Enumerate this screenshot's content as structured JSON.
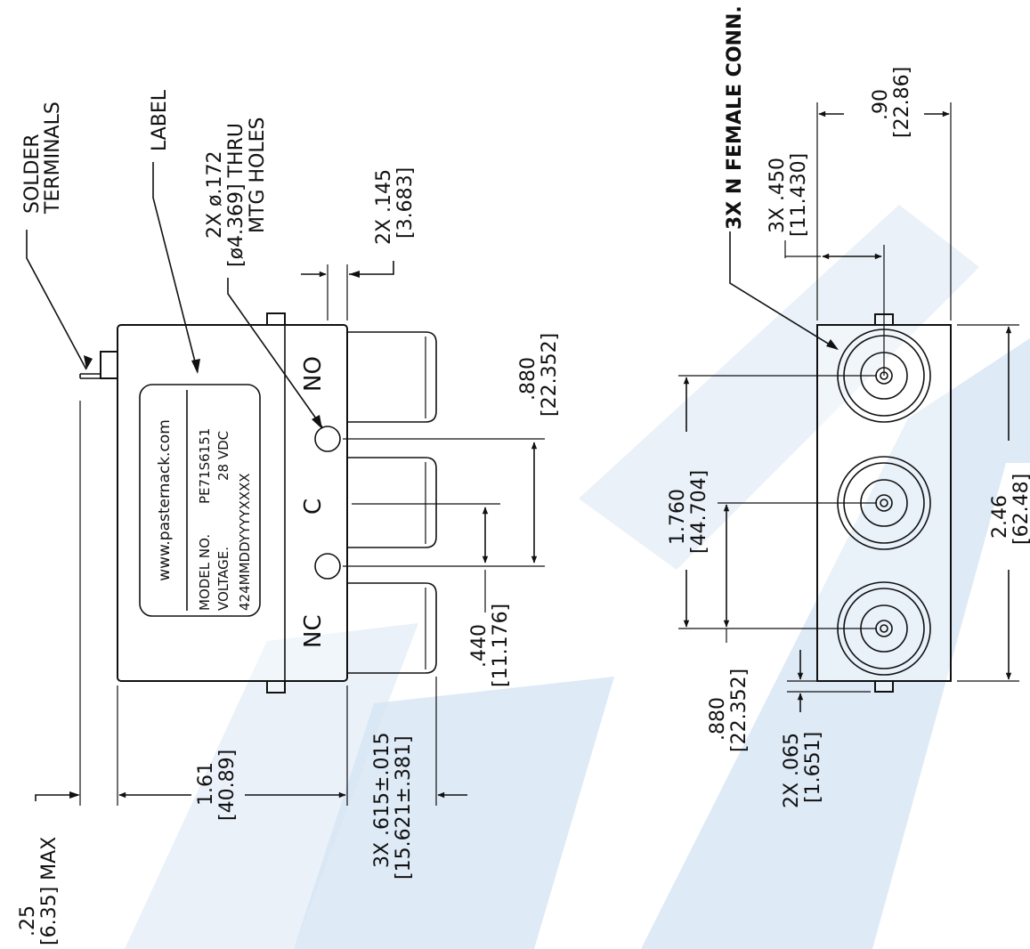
{
  "texts": {
    "solder_1": "SOLDER",
    "solder_2": "TERMINALS",
    "label_callout": "LABEL",
    "holes_1": "2X ø.172",
    "holes_2": "[ø4.369] THRU",
    "holes_3": "MTG HOLES",
    "d145_1": "2X .145",
    "d145_2": "[3.683]",
    "d880a_1": ".880",
    "d880a_2": "[22.352]",
    "port_no": "NO",
    "port_c": "C",
    "port_nc": "NC",
    "lbl_web": "www.pasternack.com",
    "lbl_model": "MODEL NO.",
    "lbl_model_val": "PE71S6151",
    "lbl_voltage": "VOLTAGE.",
    "lbl_voltage_val": "28 VDC",
    "lbl_code": "424MMDDYYYYXXXX",
    "d440_1": ".440",
    "d440_2": "[11.176]",
    "d615_1": "3X .615±.015",
    "d615_2": "[15.621±.381]",
    "d161_1": "1.61",
    "d161_2": "[40.89]",
    "d25_1": ".25",
    "d25_2": "[6.35] MAX",
    "conn": "3X N FEMALE CONN.",
    "d450_1": "3X .450",
    "d450_2": "[11.430]",
    "d90_1": ".90",
    "d90_2": "[22.86]",
    "d1760_1": "1.760",
    "d1760_2": "[44.704]",
    "d880b_1": ".880",
    "d880b_2": "[22.352]",
    "d065_1": "2X .065",
    "d065_2": "[1.651]",
    "d246_1": "2.46",
    "d246_2": "[62.48]"
  },
  "colors": {
    "line": "#111111",
    "watermark": "#c3d8ee"
  }
}
